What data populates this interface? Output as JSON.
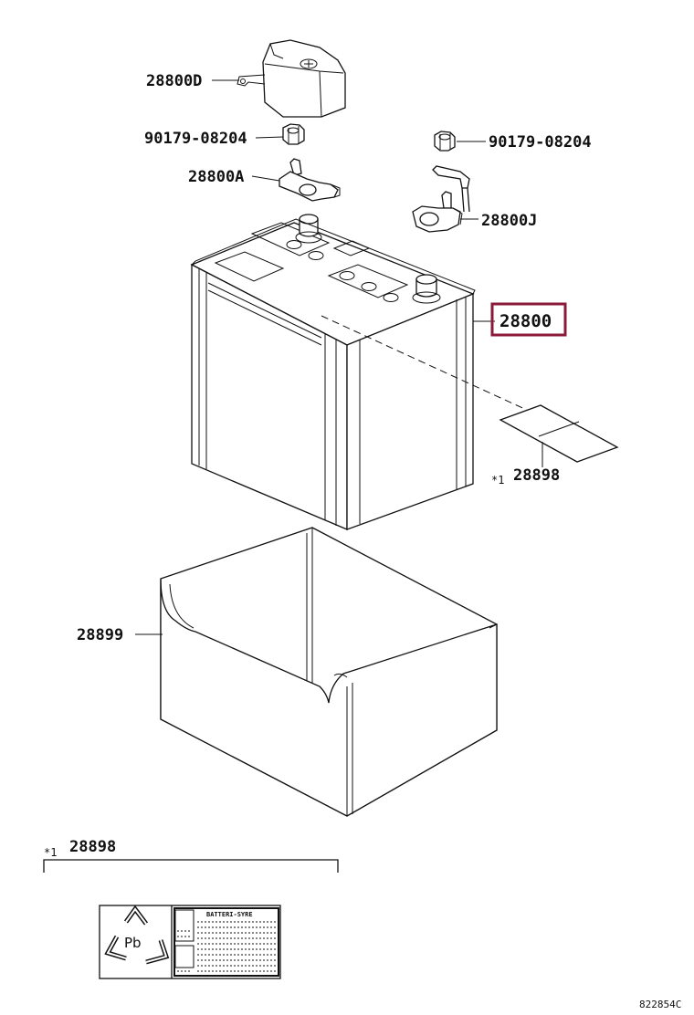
{
  "labels": {
    "cover": "28800D",
    "nut_left": "90179-08204",
    "nut_right": "90179-08204",
    "terminal_left": "28800A",
    "terminal_right": "28800J",
    "battery": "28800",
    "label_sticker": "28898",
    "tray": "28899",
    "detail_part": "28898"
  },
  "footnote_marker": "*1",
  "label_sticker_marker": "*1",
  "recycle_text": "Pb",
  "sticker_heading": "BATTERI-SYRE",
  "figure_code": "822854C",
  "highlight_color": "#8b1a3a"
}
